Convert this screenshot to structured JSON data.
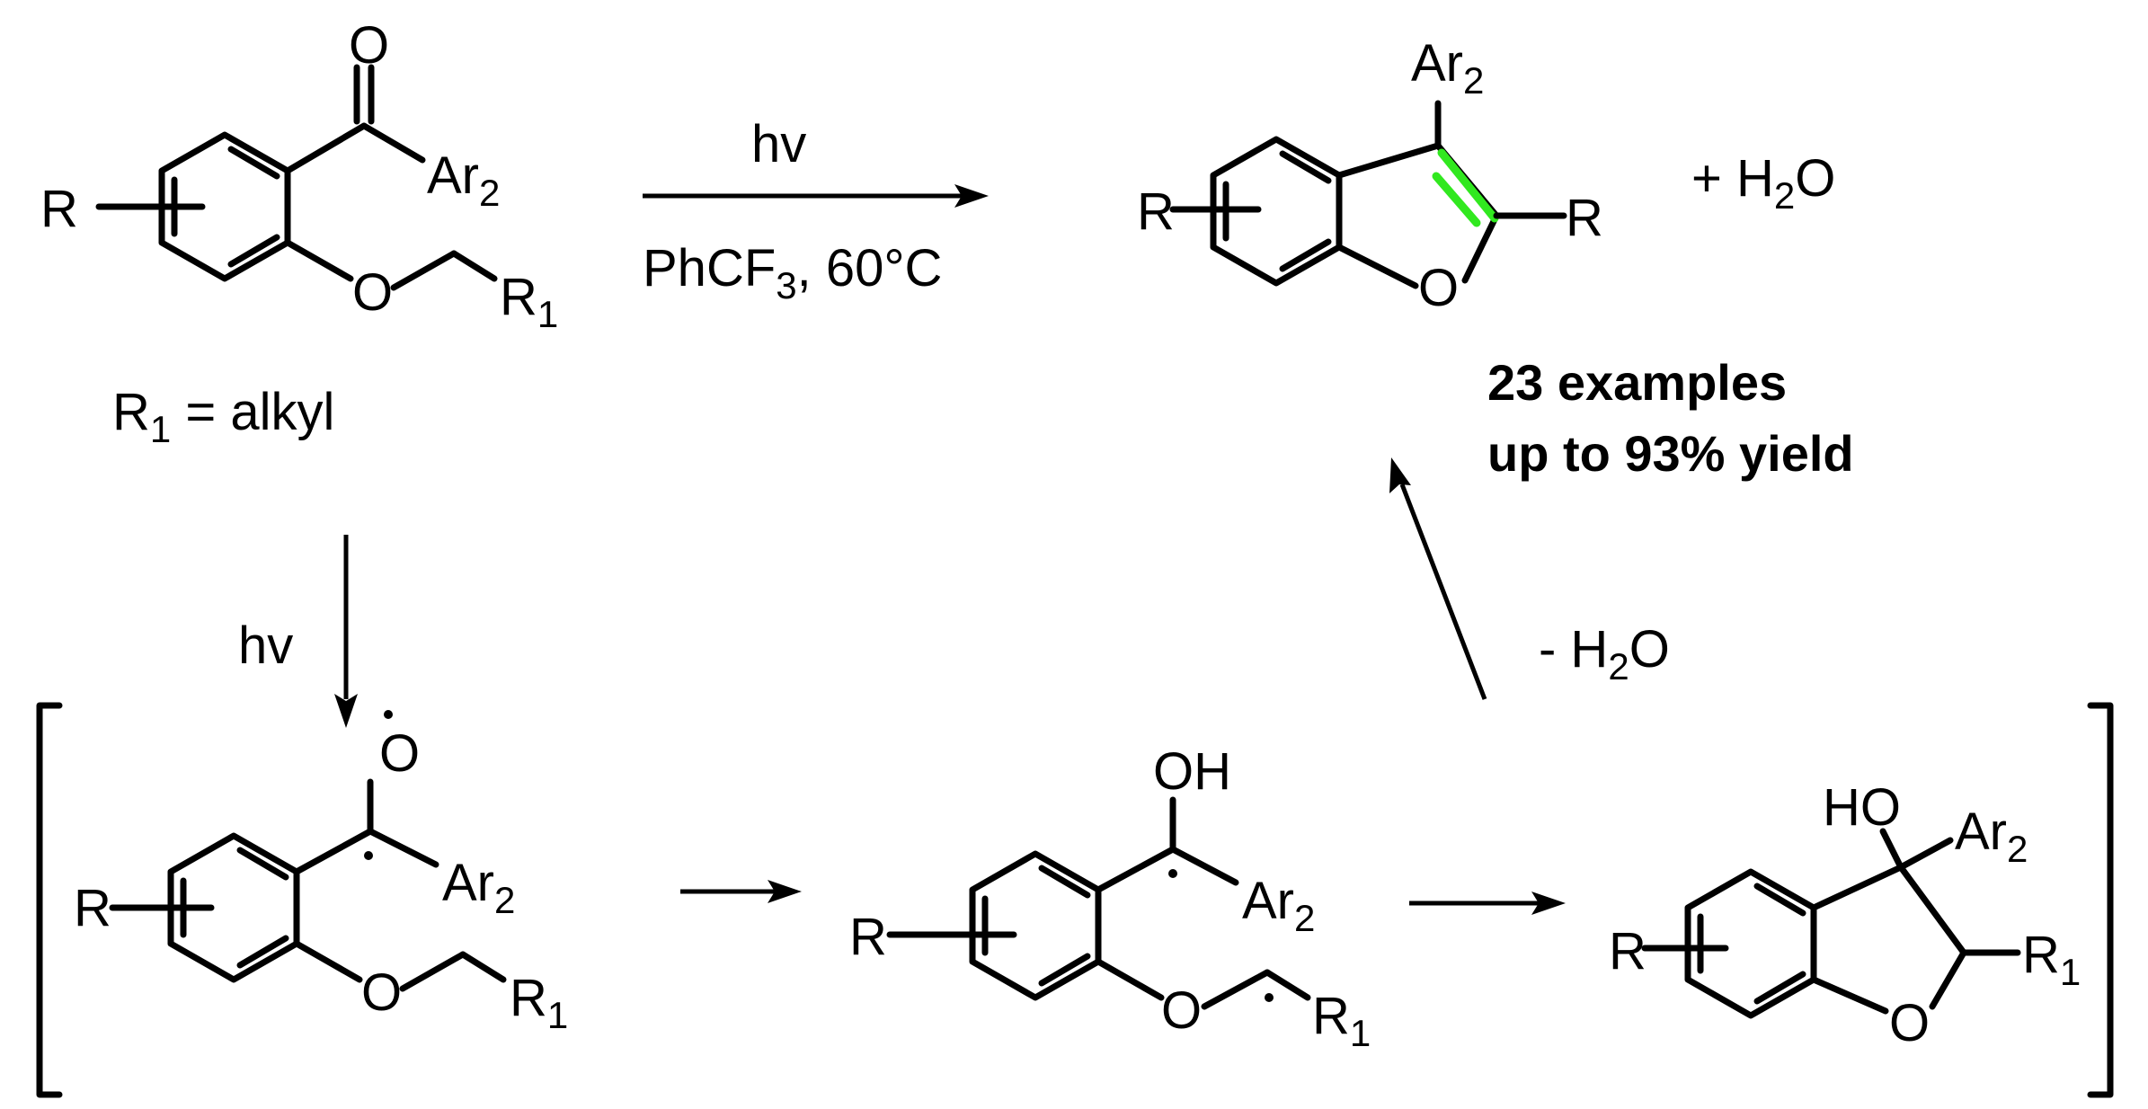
{
  "top_reaction": {
    "above_arrow": "hv",
    "below_arrow_main": "PhCF",
    "below_arrow_sub": "3",
    "below_arrow_tail": ", 60°C",
    "byproduct_prefix": "+ H",
    "byproduct_sub": "2",
    "byproduct_suffix": "O"
  },
  "labels": {
    "R": "R",
    "O": "O",
    "OH": "OH",
    "HO": "HO",
    "Ar": "Ar",
    "R1_main": "R",
    "sub_1": "1",
    "sub_2": "2"
  },
  "definition": {
    "main": "R",
    "sub": "1",
    "tail": " = alkyl"
  },
  "summary": {
    "line1": "23 examples",
    "line2": "up to 93% yield"
  },
  "mechanism": {
    "first_step": "hv",
    "water_loss_prefix": "- H",
    "water_loss_sub": "2",
    "water_loss_suffix": "O"
  },
  "colors": {
    "ink": "#000000",
    "highlight_bond": "#31e81f",
    "background": "#ffffff"
  }
}
